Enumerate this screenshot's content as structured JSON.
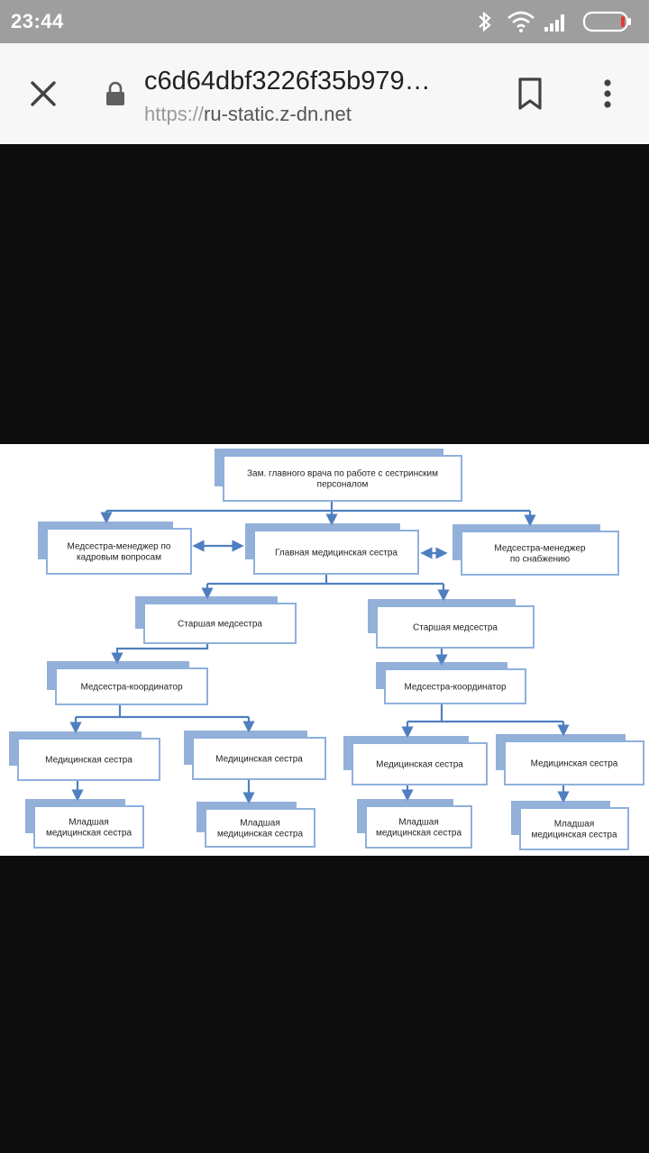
{
  "status_bar": {
    "time": "23:44",
    "icons": [
      "bluetooth-icon",
      "wifi-icon",
      "signal-icon",
      "battery-icon"
    ],
    "battery_accent": "#e53935"
  },
  "browser": {
    "page_title": "c6d64dbf3226f35b979…",
    "url_scheme": "https://",
    "url_host": "ru-static.z-dn.net",
    "icons": [
      "close-icon",
      "lock-icon",
      "bookmark-icon",
      "more-vert-icon"
    ]
  },
  "org_chart": {
    "colors": {
      "box_border": "#8fb0dc",
      "box_shadow": "#6f95cc",
      "connector": "#4f7fc0",
      "box_fill": "#ffffff"
    },
    "nodes": {
      "deputy": [
        "Зам. главного врача по работе с сестринским",
        "персоналом"
      ],
      "hr_manager": [
        "Медсестра-менеджер по",
        "кадровым вопросам"
      ],
      "head_nurse": [
        "Главная медицинская сестра"
      ],
      "supply_manager": [
        "Медсестра-менеджер",
        "по снабжению"
      ],
      "senior_left": [
        "Старшая медсестра"
      ],
      "senior_right": [
        "Старшая медсестра"
      ],
      "coordinator_left": [
        "Медсестра-координатор"
      ],
      "coordinator_right": [
        "Медсестра-координатор"
      ],
      "nurse_1": [
        "Медицинская сестра"
      ],
      "nurse_2": [
        "Медицинская сестра"
      ],
      "nurse_3": [
        "Медицинская сестра"
      ],
      "nurse_4": [
        "Медицинская сестра"
      ],
      "junior_1": [
        "Младшая",
        "медицинская сестра"
      ],
      "junior_2": [
        "Младшая",
        "медицинская сестра"
      ],
      "junior_3": [
        "Младшая",
        "медицинская сестра"
      ],
      "junior_4": [
        "Младшая",
        "медицинская сестра"
      ]
    }
  }
}
